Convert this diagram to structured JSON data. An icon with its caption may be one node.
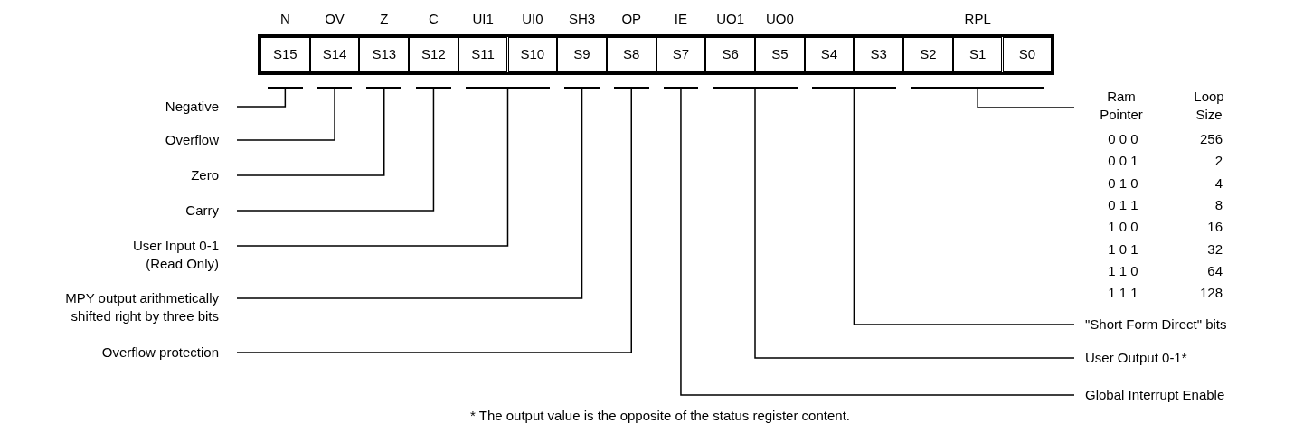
{
  "diagram": {
    "caption": "* The output value is the opposite of the status register content.",
    "nodes": [
      {
        "text": [
          "S15"
        ]
      },
      {
        "text": [
          "S14"
        ]
      },
      {
        "text": [
          "S13"
        ]
      },
      {
        "text": [
          "S12"
        ]
      },
      {
        "text": [
          "S11"
        ]
      },
      {
        "text": [
          "S10"
        ]
      },
      {
        "text": [
          "S9"
        ]
      },
      {
        "text": [
          "S8"
        ]
      },
      {
        "text": [
          "S7"
        ]
      },
      {
        "text": [
          "S6"
        ]
      },
      {
        "text": [
          "S5"
        ]
      },
      {
        "text": [
          "S4"
        ]
      },
      {
        "text": [
          "S3"
        ]
      },
      {
        "text": [
          "S2"
        ]
      },
      {
        "text": [
          "S1"
        ]
      },
      {
        "text": [
          "S0"
        ]
      },
      {
        "text": [],
        "shape": "bar"
      },
      {
        "text": [],
        "shape": "bar"
      },
      {
        "text": [],
        "shape": "bar"
      },
      {
        "text": [],
        "shape": "bar"
      },
      {
        "text": [],
        "shape": "bar"
      },
      {
        "text": [],
        "shape": "bar"
      },
      {
        "text": [],
        "shape": "bar"
      },
      {
        "text": [],
        "shape": "bar"
      },
      {
        "text": [],
        "shape": "bar"
      },
      {
        "text": [],
        "shape": "bar"
      },
      {
        "text": [],
        "shape": "bar"
      },
      {
        "text": [
          "Negative"
        ]
      },
      {
        "text": [
          "Overflow"
        ]
      },
      {
        "text": [
          "Zero"
        ]
      },
      {
        "text": [
          "Carry"
        ]
      },
      {
        "text": [
          "User Input 0-1 (Read Only)"
        ]
      },
      {
        "text": [
          "MPY output arithmetically shifted right by three bits"
        ]
      },
      {
        "text": [
          "Overflow protection"
        ]
      },
      {
        "text": [
          "Ram Pointer",
          "Loop Size"
        ]
      },
      {
        "text": [
          "\"Short Form Direct\" bits"
        ]
      },
      {
        "text": [
          "User Output 0-1*"
        ]
      },
      {
        "text": [
          "Global Interrupt Enable"
        ]
      }
    ],
    "edges": [
      {
        "from": 27,
        "to": 16,
        "arrow": "none"
      },
      {
        "from": 28,
        "to": 17,
        "arrow": "none"
      },
      {
        "from": 29,
        "to": 18,
        "arrow": "none"
      },
      {
        "from": 30,
        "to": 19,
        "arrow": "none"
      },
      {
        "from": 31,
        "to": 20,
        "arrow": "none"
      },
      {
        "from": 32,
        "to": 21,
        "arrow": "none"
      },
      {
        "from": 33,
        "to": 22,
        "arrow": "none"
      },
      {
        "from": 34,
        "to": 26,
        "arrow": "none"
      },
      {
        "from": 35,
        "to": 25,
        "arrow": "none"
      },
      {
        "from": 36,
        "to": 24,
        "arrow": "none"
      },
      {
        "from": 37,
        "to": 23,
        "arrow": "none"
      }
    ],
    "labels": [
      "N",
      "OV",
      "Z",
      "C",
      "UI1",
      "UI0",
      "SH3",
      "OP",
      "IE",
      "UO1",
      "UO0",
      "RPL",
      "0 0 0",
      "256",
      "0 0 1",
      "2",
      "0 1 0",
      "4",
      "0 1 1",
      "8",
      "1 0 0",
      "16",
      "1 0 1",
      "32",
      "1 1 0",
      "64",
      "1 1 1",
      "128"
    ]
  }
}
